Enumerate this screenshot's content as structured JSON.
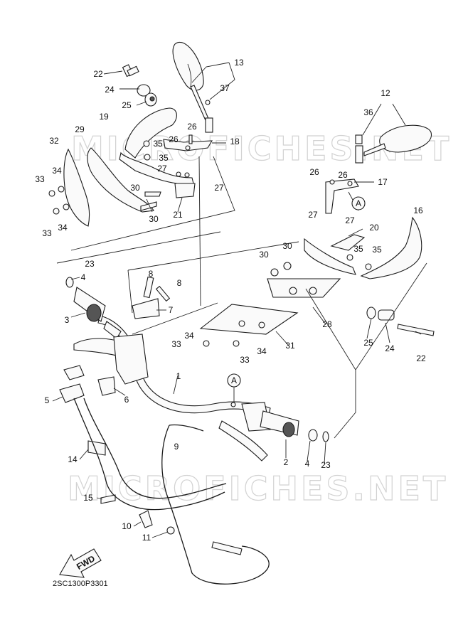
{
  "diagram_code": "2SC1300P3301",
  "watermark": "MICROFICHES.NET",
  "fwd_label": "FWD",
  "ref_marker": "A",
  "labels": {
    "c1": "1",
    "c2": "2",
    "c3": "3",
    "c4a": "4",
    "c4b": "4",
    "c5": "5",
    "c6": "6",
    "c7": "7",
    "c8a": "8",
    "c8b": "8",
    "c9": "9",
    "c10": "10",
    "c11": "11",
    "c12": "12",
    "c13": "13",
    "c14": "14",
    "c15": "15",
    "c16": "16",
    "c17": "17",
    "c18": "18",
    "c19": "19",
    "c20": "20",
    "c21": "21",
    "c22a": "22",
    "c22b": "22",
    "c23a": "23",
    "c23b": "23",
    "c24a": "24",
    "c24b": "24",
    "c25a": "25",
    "c25b": "25",
    "c26a": "26",
    "c26b": "26",
    "c26c": "26",
    "c26d": "26",
    "c27a": "27",
    "c27b": "27",
    "c27c": "27",
    "c27d": "27",
    "c28": "28",
    "c29": "29",
    "c30a": "30",
    "c30b": "30",
    "c30c": "30",
    "c30d": "30",
    "c31": "31",
    "c32": "32",
    "c33a": "33",
    "c33b": "33",
    "c33c": "33",
    "c33d": "33",
    "c34a": "34",
    "c34b": "34",
    "c34c": "34",
    "c34d": "34",
    "c35a": "35",
    "c35b": "35",
    "c35c": "35",
    "c35d": "35",
    "c36": "36",
    "c37": "37"
  }
}
